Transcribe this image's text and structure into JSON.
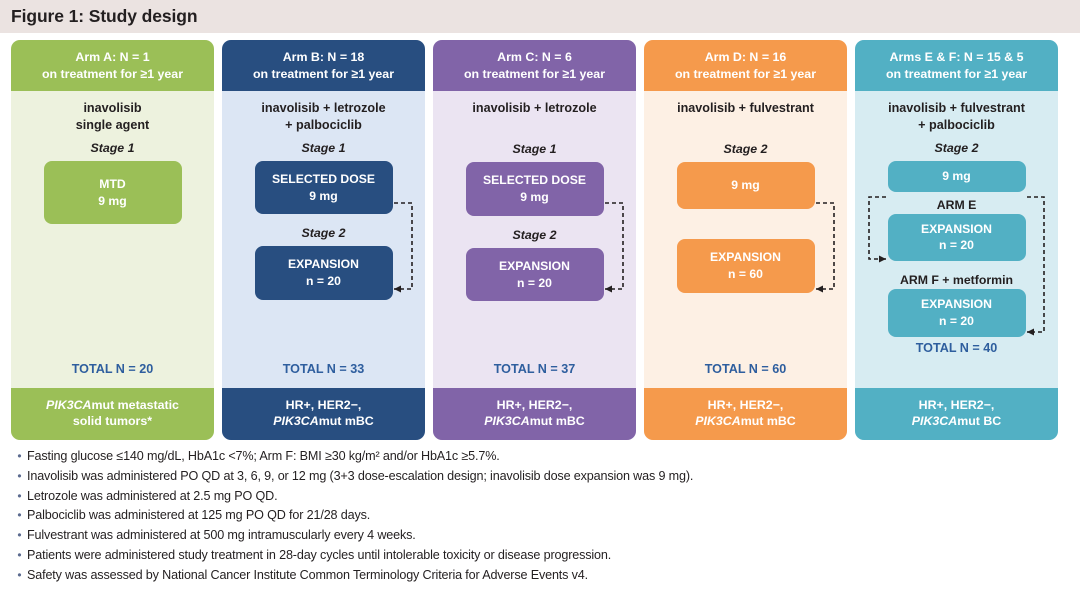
{
  "figure": {
    "title": "Figure 1: Study design",
    "title_bar_bg": "#EBE3E1"
  },
  "columns": [
    {
      "id": "arm-a",
      "accent": "#9BBF57",
      "body_bg": "#EDF2DE",
      "header": "Arm A: N = 1\non treatment for ≥1 year",
      "header_line1": "Arm A: N = 1",
      "header_line2": "on treatment for ≥1 year",
      "drug_line1": "inavolisib",
      "drug_line2": "single agent",
      "stage1_label": "Stage 1",
      "box1_line1": "MTD",
      "box1_line2": "9 mg",
      "total": "TOTAL N = 20",
      "foot_line1_italic": "PIK3CA",
      "foot_line1_rest": "mut metastatic",
      "foot_line2": "solid tumors*"
    },
    {
      "id": "arm-b",
      "accent": "#284E80",
      "body_bg": "#DCE6F4",
      "header_line1": "Arm B: N = 18",
      "header_line2": "on treatment for ≥1 year",
      "drug_line1": "inavolisib + letrozole",
      "drug_line2": "+ palbociclib",
      "stage1_label": "Stage 1",
      "box1_line1": "SELECTED DOSE",
      "box1_line2": "9 mg",
      "stage2_label": "Stage 2",
      "box2_line1": "EXPANSION",
      "box2_line2": "n = 20",
      "total": "TOTAL N = 33",
      "foot_line1": "HR+, HER2−,",
      "foot_line2_italic": "PIK3CA",
      "foot_line2_rest": "mut mBC"
    },
    {
      "id": "arm-c",
      "accent": "#8164A8",
      "body_bg": "#EBE4F2",
      "header_line1": "Arm C: N = 6",
      "header_line2": "on treatment for ≥1 year",
      "drug_line1": "inavolisib + letrozole",
      "drug_line2": "",
      "stage1_label": "Stage 1",
      "box1_line1": "SELECTED DOSE",
      "box1_line2": "9 mg",
      "stage2_label": "Stage 2",
      "box2_line1": "EXPANSION",
      "box2_line2": "n = 20",
      "total": "TOTAL N = 37",
      "foot_line1": "HR+, HER2−,",
      "foot_line2_italic": "PIK3CA",
      "foot_line2_rest": "mut mBC"
    },
    {
      "id": "arm-d",
      "accent": "#F59A4C",
      "body_bg": "#FDF0E4",
      "header_line1": "Arm D: N = 16",
      "header_line2": "on treatment for ≥1 year",
      "drug_line1": "inavolisib + fulvestrant",
      "drug_line2": "",
      "stage2_label": "Stage 2",
      "box1_line1": "9 mg",
      "box2_line1": "EXPANSION",
      "box2_line2": "n = 60",
      "total": "TOTAL N = 60",
      "foot_line1": "HR+, HER2−,",
      "foot_line2_italic": "PIK3CA",
      "foot_line2_rest": "mut mBC"
    },
    {
      "id": "arms-ef",
      "accent": "#52B0C4",
      "body_bg": "#D7ECF2",
      "header_line1": "Arms E & F: N = 15 & 5",
      "header_line2": "on treatment for ≥1 year",
      "drug_line1": "inavolisib + fulvestrant",
      "drug_line2": "+ palbociclib",
      "stage2_label": "Stage 2",
      "box1_line1": "9 mg",
      "arm_e_label": "ARM E",
      "box2_line1": "EXPANSION",
      "box2_line2": "n = 20",
      "arm_f_label": "ARM F + metformin",
      "box3_line1": "EXPANSION",
      "box3_line2": "n = 20",
      "total": "TOTAL N = 40",
      "foot_line1": "HR+, HER2−,",
      "foot_line2_italic": "PIK3CA",
      "foot_line2_rest": "mut BC"
    }
  ],
  "footnotes": [
    "Fasting glucose ≤140 mg/dL, HbA1c <7%; Arm F: BMI ≥30 kg/m² and/or HbA1c ≥5.7%.",
    "Inavolisib was administered PO QD at 3, 6, 9, or 12 mg (3+3 dose-escalation design; inavolisib dose expansion was 9 mg).",
    "Letrozole was administered at 2.5 mg PO QD.",
    "Palbociclib was administered at 125 mg PO QD for 21/28 days.",
    "Fulvestrant was administered at 500 mg intramuscularly every 4 weeks.",
    "Patients were administered study treatment in 28-day cycles until intolerable toxicity or disease progression.",
    "Safety was assessed by National Cancer Institute Common Terminology Criteria for Adverse Events v4."
  ],
  "bullet_glyph": "•",
  "colors": {
    "total_text": "#2E5E9E",
    "arrow": "#231f20"
  }
}
